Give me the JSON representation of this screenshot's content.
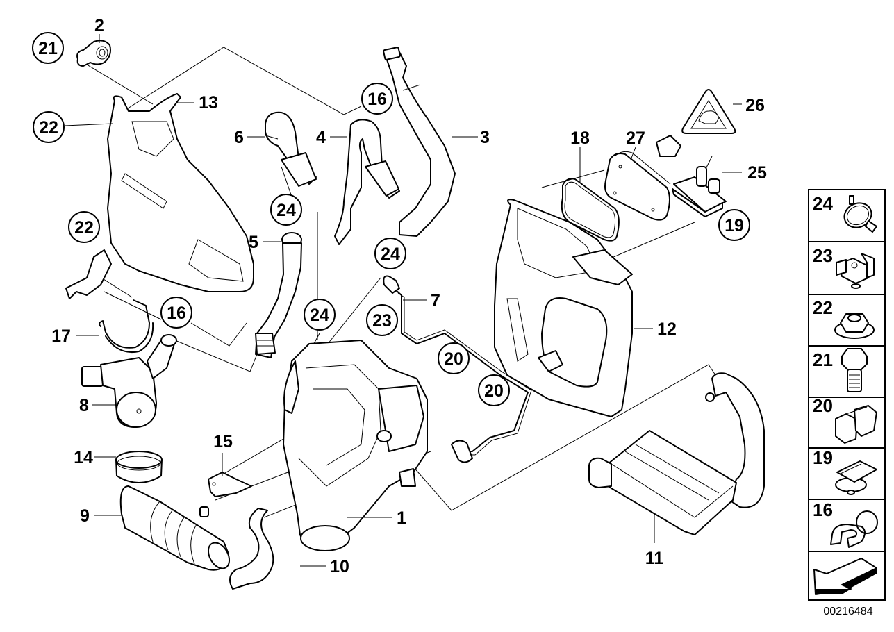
{
  "diagram": {
    "title": "Auxiliary heater / water pump parts diagram",
    "image_code": "00216484",
    "callouts_plain": [
      {
        "id": "c1",
        "label": "1"
      },
      {
        "id": "c2",
        "label": "2"
      },
      {
        "id": "c3",
        "label": "3"
      },
      {
        "id": "c4",
        "label": "4"
      },
      {
        "id": "c5",
        "label": "5"
      },
      {
        "id": "c6",
        "label": "6"
      },
      {
        "id": "c7",
        "label": "7"
      },
      {
        "id": "c8",
        "label": "8"
      },
      {
        "id": "c9",
        "label": "9"
      },
      {
        "id": "c10",
        "label": "10"
      },
      {
        "id": "c11",
        "label": "11"
      },
      {
        "id": "c12",
        "label": "12"
      },
      {
        "id": "c13",
        "label": "13"
      },
      {
        "id": "c14",
        "label": "14"
      },
      {
        "id": "c15",
        "label": "15"
      },
      {
        "id": "c17",
        "label": "17"
      },
      {
        "id": "c18",
        "label": "18"
      },
      {
        "id": "c25",
        "label": "25"
      },
      {
        "id": "c26",
        "label": "26"
      },
      {
        "id": "c27",
        "label": "27"
      }
    ],
    "callouts_circled": [
      {
        "id": "k21",
        "label": "21"
      },
      {
        "id": "k22a",
        "label": "22"
      },
      {
        "id": "k22b",
        "label": "22"
      },
      {
        "id": "k16a",
        "label": "16"
      },
      {
        "id": "k16b",
        "label": "16"
      },
      {
        "id": "k24a",
        "label": "24"
      },
      {
        "id": "k24b",
        "label": "24"
      },
      {
        "id": "k24c",
        "label": "24"
      },
      {
        "id": "k23",
        "label": "23"
      },
      {
        "id": "k20a",
        "label": "20"
      },
      {
        "id": "k20b",
        "label": "20"
      },
      {
        "id": "k19",
        "label": "19"
      }
    ],
    "legend": [
      {
        "label": "24",
        "icon": "hose-clamp-icon"
      },
      {
        "label": "23",
        "icon": "cage-nut-icon"
      },
      {
        "label": "22",
        "icon": "flange-nut-icon"
      },
      {
        "label": "21",
        "icon": "hex-bolt-icon"
      },
      {
        "label": "20",
        "icon": "pipe-clip-icon"
      },
      {
        "label": "19",
        "icon": "clip-nut-icon"
      },
      {
        "label": "16",
        "icon": "hose-bracket-clip-icon"
      }
    ],
    "direction_icon": "front-direction-arrow-icon"
  }
}
